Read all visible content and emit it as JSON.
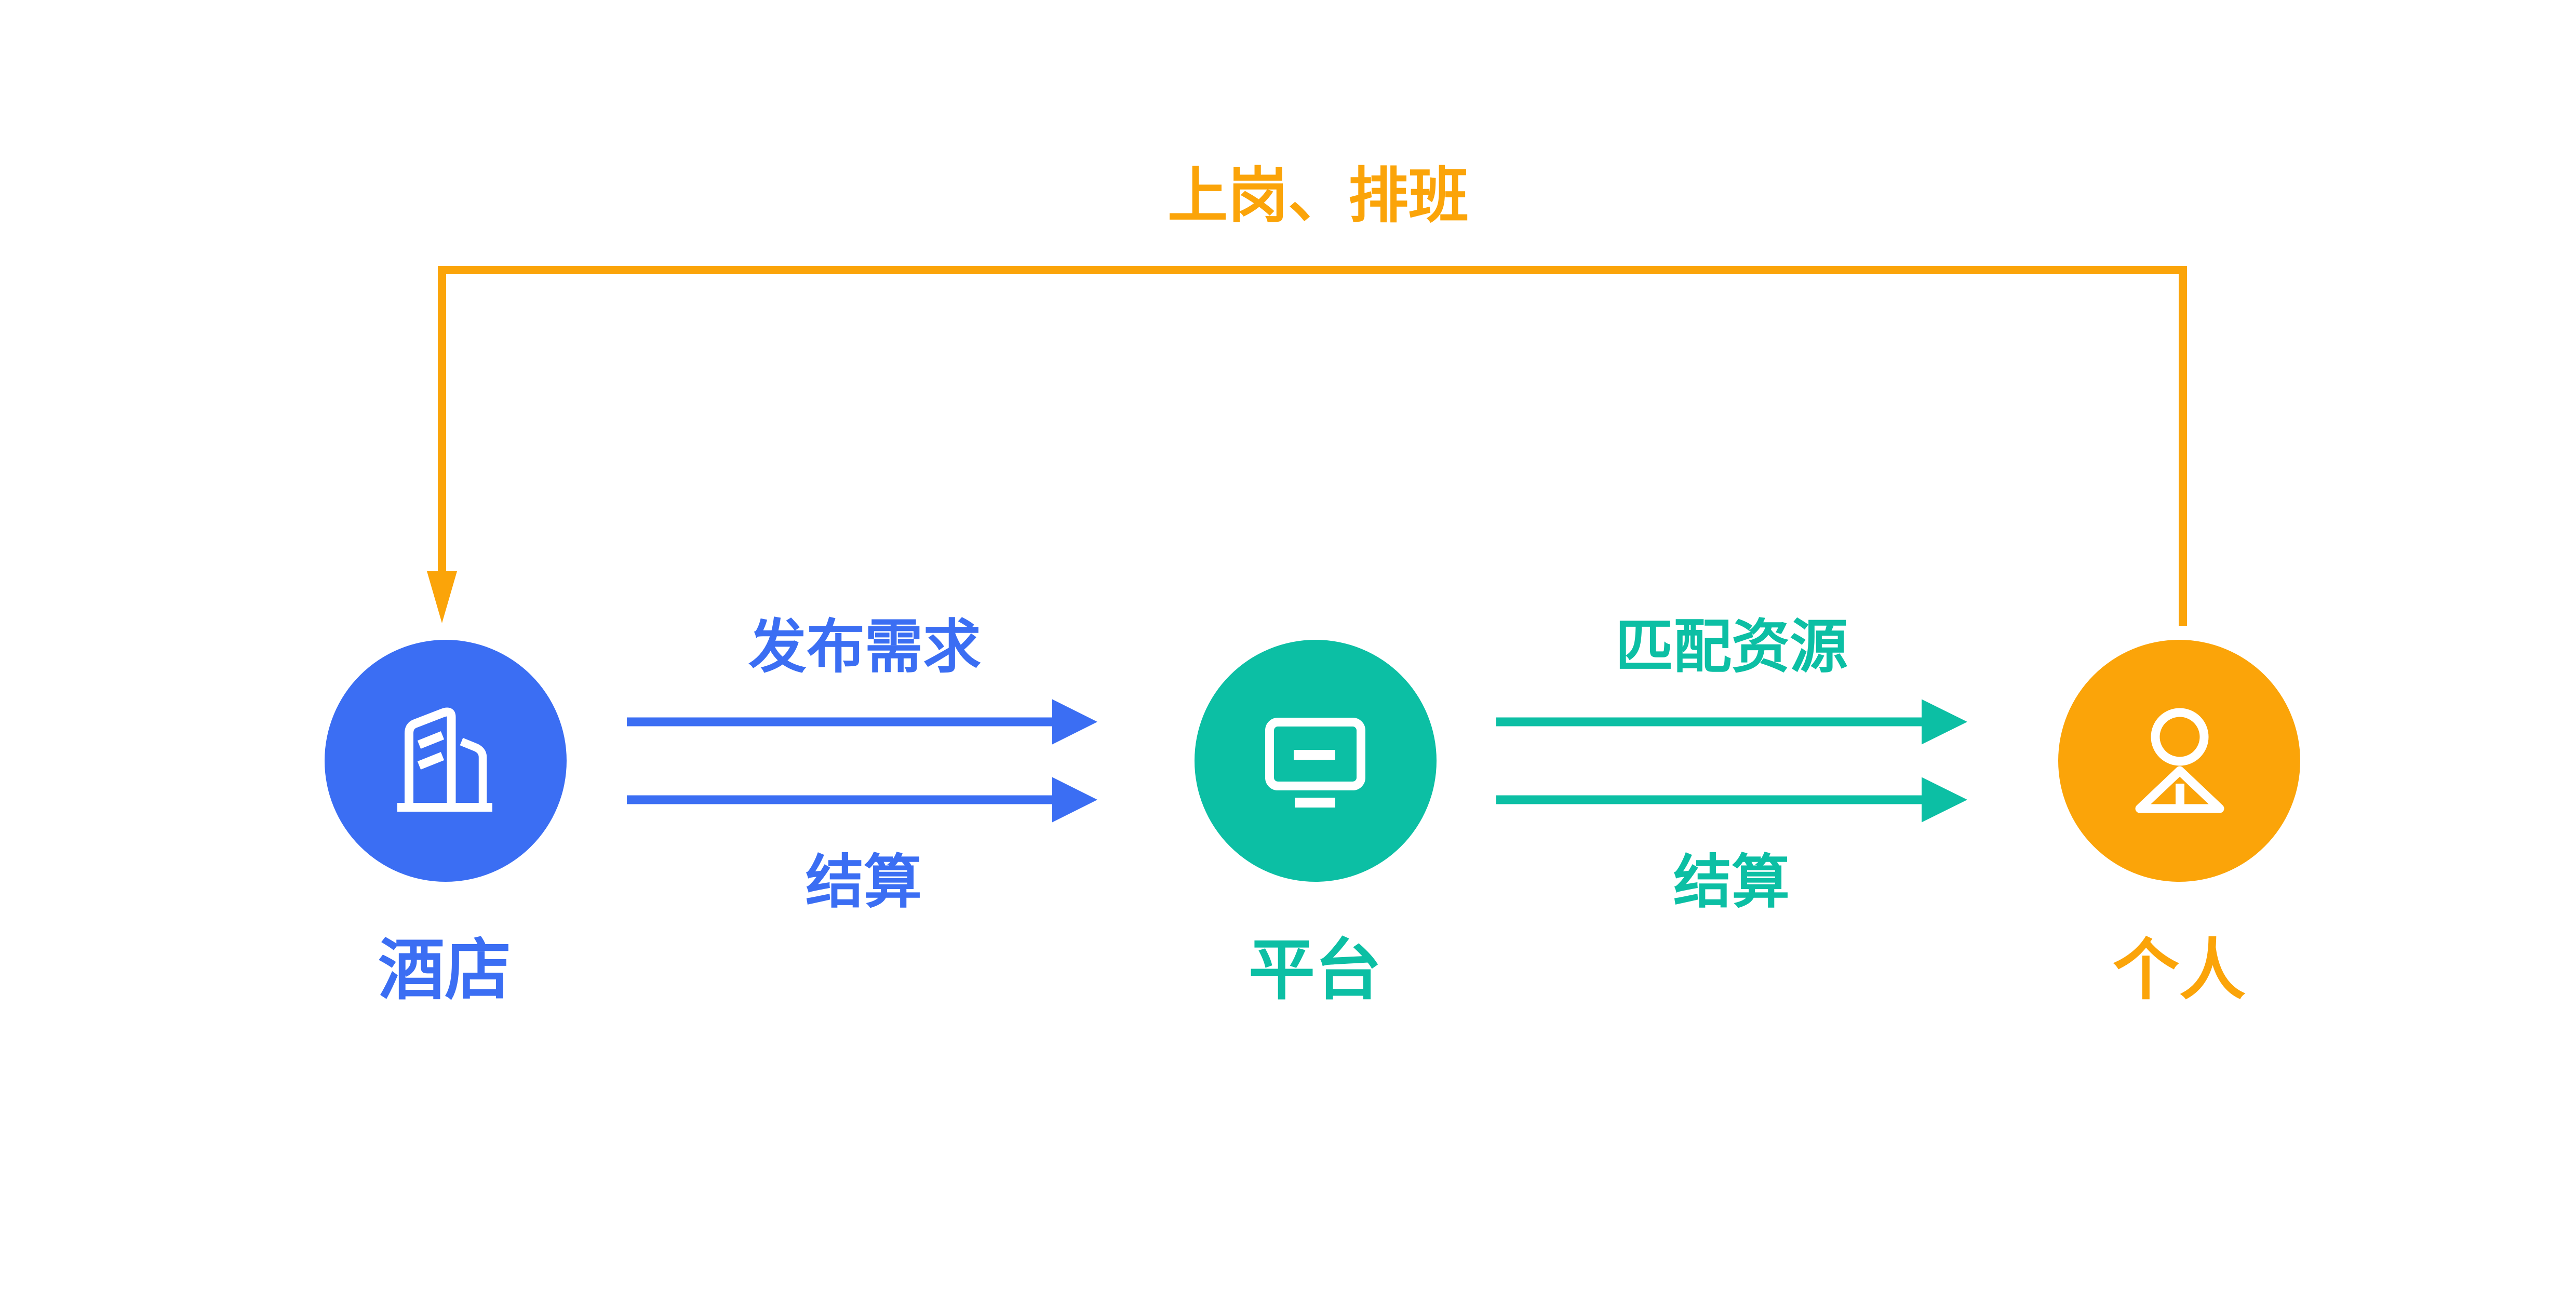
{
  "colors": {
    "blue": "#3B6EF3",
    "teal": "#0CBFA4",
    "orange": "#FBA409",
    "white": "#FFFFFF",
    "background": "#FFFFFF"
  },
  "nodes": [
    {
      "id": "hotel",
      "label": "酒店",
      "icon": "building-icon",
      "color": "blue"
    },
    {
      "id": "platform",
      "label": "平台",
      "icon": "monitor-icon",
      "color": "teal"
    },
    {
      "id": "person",
      "label": "个人",
      "icon": "user-icon",
      "color": "orange"
    }
  ],
  "flows": [
    {
      "from": "酒店",
      "to": "平台",
      "top_label": "发布需求",
      "bottom_label": "结算",
      "color": "blue",
      "arrow_count": 2
    },
    {
      "from": "平台",
      "to": "个人",
      "top_label": "匹配资源",
      "bottom_label": "结算",
      "color": "teal",
      "arrow_count": 2
    },
    {
      "from": "个人",
      "to": "酒店",
      "label": "上岗、排班",
      "color": "orange",
      "arrow_count": 1
    }
  ]
}
